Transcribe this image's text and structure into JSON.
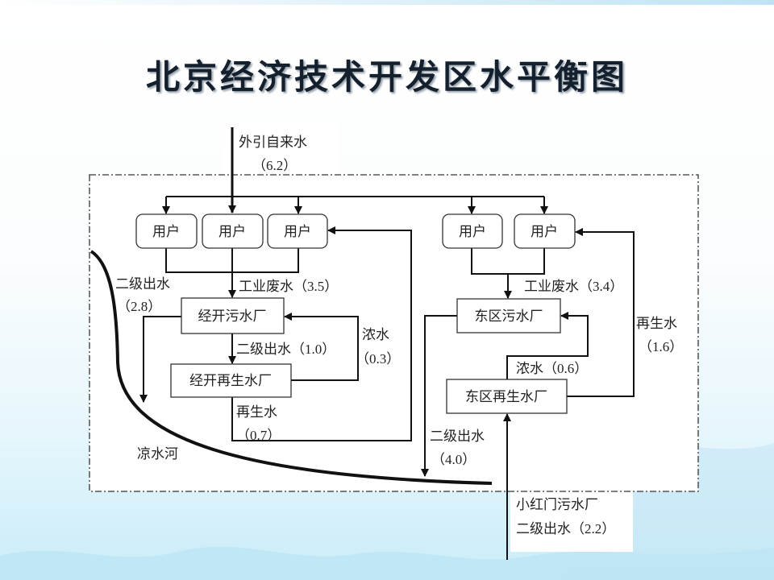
{
  "title": "北京经济技术开发区水平衡图",
  "colors": {
    "line": "#111111",
    "box_fill": "#ffffff",
    "background_bottom": "#c9ecf8"
  },
  "nodes": {
    "user": "用户",
    "jk_sewage": "经开污水厂",
    "jk_reclaim": "经开再生水厂",
    "east_sewage": "东区污水厂",
    "east_reclaim": "东区再生水厂"
  },
  "labels": {
    "supply": "外引自来水",
    "supply_val": "（6.2）",
    "secondary_left": "二级出水",
    "secondary_left_val": "（2.8）",
    "industrial_left": "工业废水（3.5）",
    "secondary_mid": "二级出水（1.0）",
    "brine_left": "浓水",
    "brine_left_val": "（0.3）",
    "reclaim_left": "再生水",
    "reclaim_left_val": "（0.7）",
    "river": "凉水河",
    "industrial_right": "工业废水（3.4）",
    "reclaim_right": "再生水",
    "reclaim_right_val": "（1.6）",
    "brine_right": "浓水（0.6）",
    "secondary_right": "二级出水",
    "secondary_right_val": "（4.0）",
    "xhm": "小红门污水厂",
    "xhm_val": "二级出水（2.2）"
  }
}
